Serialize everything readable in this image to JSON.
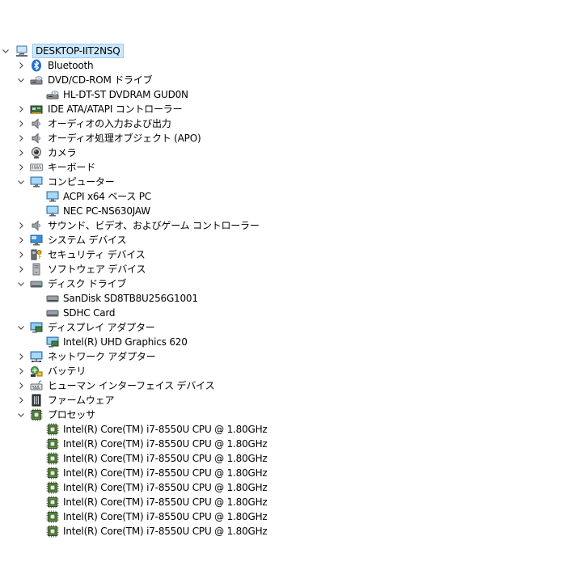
{
  "tree": [
    {
      "label": "DESKTOP-IIT2NSQ",
      "level": 0,
      "state": "expanded",
      "icon": "computer-network-icon",
      "selected": true
    },
    {
      "label": "Bluetooth",
      "level": 1,
      "state": "collapsed",
      "icon": "bluetooth-icon"
    },
    {
      "label": "DVD/CD-ROM ドライブ",
      "level": 1,
      "state": "expanded",
      "icon": "optical-drive-icon"
    },
    {
      "label": "HL-DT-ST DVDRAM GUD0N",
      "level": 2,
      "state": "leaf",
      "icon": "optical-drive-icon"
    },
    {
      "label": "IDE ATA/ATAPI コントローラー",
      "level": 1,
      "state": "collapsed",
      "icon": "ide-controller-icon"
    },
    {
      "label": "オーディオの入力および出力",
      "level": 1,
      "state": "collapsed",
      "icon": "speaker-icon"
    },
    {
      "label": "オーディオ処理オブジェクト (APO)",
      "level": 1,
      "state": "collapsed",
      "icon": "speaker-icon"
    },
    {
      "label": "カメラ",
      "level": 1,
      "state": "collapsed",
      "icon": "camera-icon"
    },
    {
      "label": "キーボード",
      "level": 1,
      "state": "collapsed",
      "icon": "keyboard-icon"
    },
    {
      "label": "コンピューター",
      "level": 1,
      "state": "expanded",
      "icon": "monitor-icon"
    },
    {
      "label": "ACPI x64 ベース PC",
      "level": 2,
      "state": "leaf",
      "icon": "monitor-icon"
    },
    {
      "label": "NEC PC-NS630JAW",
      "level": 2,
      "state": "leaf",
      "icon": "monitor-icon"
    },
    {
      "label": "サウンド、ビデオ、およびゲーム コントローラー",
      "level": 1,
      "state": "collapsed",
      "icon": "speaker-icon"
    },
    {
      "label": "システム デバイス",
      "level": 1,
      "state": "collapsed",
      "icon": "system-device-icon"
    },
    {
      "label": "セキュリティ デバイス",
      "level": 1,
      "state": "collapsed",
      "icon": "security-key-icon"
    },
    {
      "label": "ソフトウェア デバイス",
      "level": 1,
      "state": "collapsed",
      "icon": "software-device-icon"
    },
    {
      "label": "ディスク ドライブ",
      "level": 1,
      "state": "expanded",
      "icon": "disk-drive-icon"
    },
    {
      "label": "SanDisk SD8TB8U256G1001",
      "level": 2,
      "state": "leaf",
      "icon": "disk-drive-icon"
    },
    {
      "label": "SDHC Card",
      "level": 2,
      "state": "leaf",
      "icon": "disk-drive-icon"
    },
    {
      "label": "ディスプレイ アダプター",
      "level": 1,
      "state": "expanded",
      "icon": "display-adapter-icon"
    },
    {
      "label": "Intel(R) UHD Graphics 620",
      "level": 2,
      "state": "leaf",
      "icon": "display-adapter-icon"
    },
    {
      "label": "ネットワーク アダプター",
      "level": 1,
      "state": "collapsed",
      "icon": "network-adapter-icon"
    },
    {
      "label": "バッテリ",
      "level": 1,
      "state": "collapsed",
      "icon": "battery-icon"
    },
    {
      "label": "ヒューマン インターフェイス デバイス",
      "level": 1,
      "state": "collapsed",
      "icon": "hid-icon"
    },
    {
      "label": "ファームウェア",
      "level": 1,
      "state": "collapsed",
      "icon": "firmware-icon"
    },
    {
      "label": "プロセッサ",
      "level": 1,
      "state": "expanded",
      "icon": "processor-icon"
    },
    {
      "label": "Intel(R) Core(TM) i7-8550U CPU @ 1.80GHz",
      "level": 2,
      "state": "leaf",
      "icon": "processor-icon"
    },
    {
      "label": "Intel(R) Core(TM) i7-8550U CPU @ 1.80GHz",
      "level": 2,
      "state": "leaf",
      "icon": "processor-icon"
    },
    {
      "label": "Intel(R) Core(TM) i7-8550U CPU @ 1.80GHz",
      "level": 2,
      "state": "leaf",
      "icon": "processor-icon"
    },
    {
      "label": "Intel(R) Core(TM) i7-8550U CPU @ 1.80GHz",
      "level": 2,
      "state": "leaf",
      "icon": "processor-icon"
    },
    {
      "label": "Intel(R) Core(TM) i7-8550U CPU @ 1.80GHz",
      "level": 2,
      "state": "leaf",
      "icon": "processor-icon"
    },
    {
      "label": "Intel(R) Core(TM) i7-8550U CPU @ 1.80GHz",
      "level": 2,
      "state": "leaf",
      "icon": "processor-icon"
    },
    {
      "label": "Intel(R) Core(TM) i7-8550U CPU @ 1.80GHz",
      "level": 2,
      "state": "leaf",
      "icon": "processor-icon"
    },
    {
      "label": "Intel(R) Core(TM) i7-8550U CPU @ 1.80GHz",
      "level": 2,
      "state": "leaf",
      "icon": "processor-icon"
    }
  ]
}
